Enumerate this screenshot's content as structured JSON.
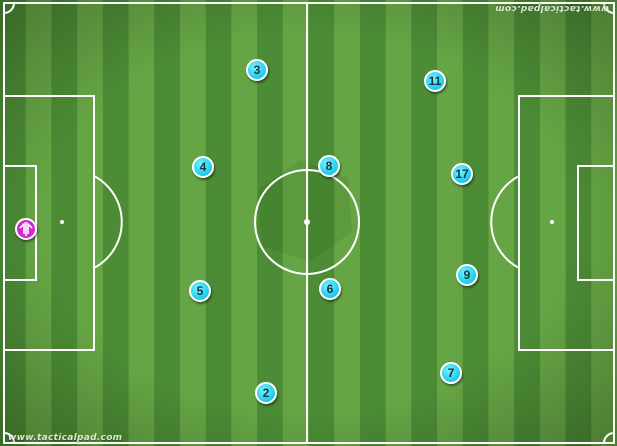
{
  "watermark": {
    "top_text": "www.tacticalpad.com",
    "bottom_text": "www.tacticalpad.com"
  },
  "colors": {
    "grass_dark": "#4c8c35",
    "grass_light": "#66a545",
    "lines": "#ffffff",
    "player_fill": "#29d3f0",
    "player_text": "#123644",
    "goalkeeper_fill": "#d02bd0"
  },
  "players": [
    {
      "id": "p3",
      "number": "3"
    },
    {
      "id": "p11",
      "number": "11"
    },
    {
      "id": "p4",
      "number": "4"
    },
    {
      "id": "p8",
      "number": "8"
    },
    {
      "id": "p17",
      "number": "17"
    },
    {
      "id": "p9",
      "number": "9"
    },
    {
      "id": "p5",
      "number": "5"
    },
    {
      "id": "p6",
      "number": "6"
    },
    {
      "id": "p7",
      "number": "7"
    },
    {
      "id": "p2",
      "number": "2"
    }
  ],
  "goalkeeper": {
    "icon": "shirt-split-icon",
    "color": "#d02bd0"
  }
}
